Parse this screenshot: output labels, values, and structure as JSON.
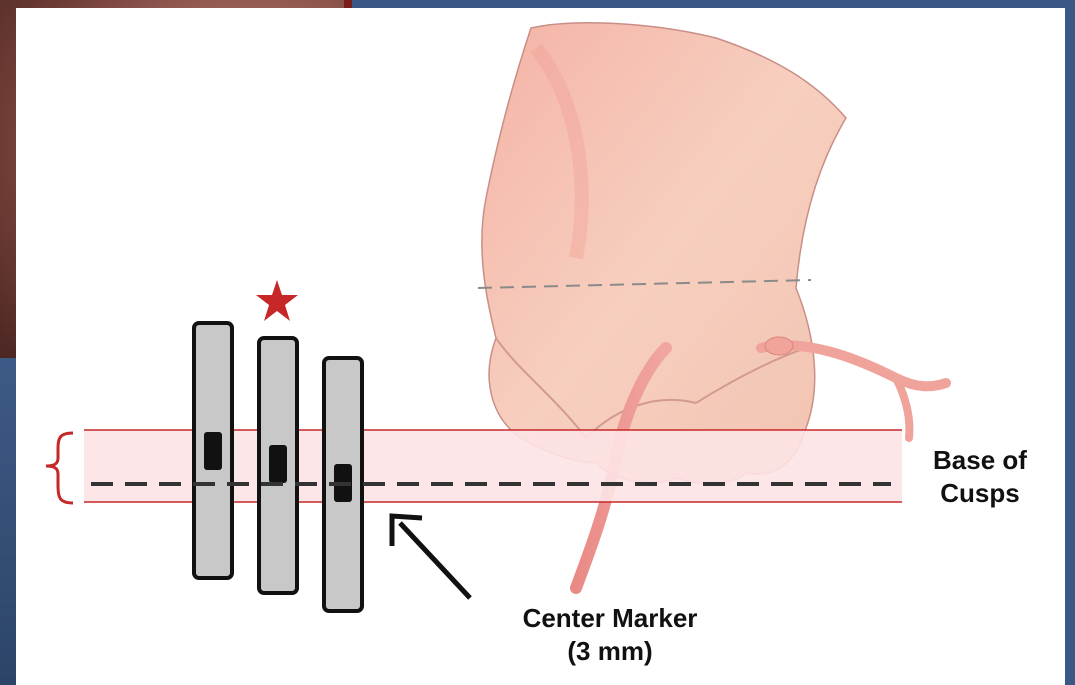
{
  "labels": {
    "base_of_cusps_line1": "Base of",
    "base_of_cusps_line2": "Cusps",
    "center_marker_line1": "Center Marker",
    "center_marker_line2": "(3 mm)"
  },
  "icons": {
    "star": "star-icon",
    "bracket": "bracket-icon",
    "arrow": "arrow-icon"
  },
  "colors": {
    "accent_red": "#c62828",
    "band_fill": "#fde3e6",
    "device_fill": "#c8c8c8",
    "slide_border": "#2f4a74"
  }
}
